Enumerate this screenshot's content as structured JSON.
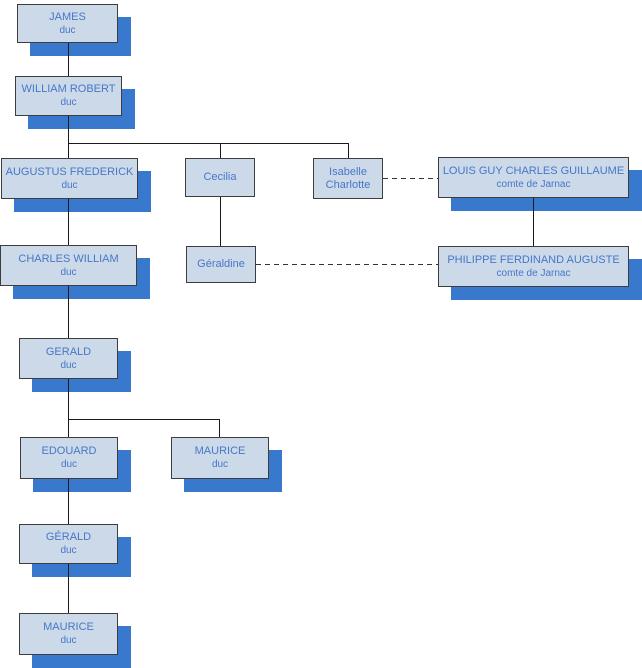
{
  "diagram_type": "family-tree",
  "colors": {
    "box_fill": "#ccd9e8",
    "box_border": "#3d3d3d",
    "shadow_blue": "#3878cd",
    "text_blue": "#4677c9",
    "connector_solid": "#1a1a1a",
    "connector_dashed": "#333333",
    "background": "#ffffff"
  },
  "nodes": {
    "james": {
      "name": "JAMES",
      "title": "duc"
    },
    "william_robert": {
      "name": "WILLIAM ROBERT",
      "title": "duc"
    },
    "augustus_frederick": {
      "name": "AUGUSTUS FREDERICK",
      "title": "duc"
    },
    "cecilia": {
      "name": "Cecilia"
    },
    "isabelle_charlotte": {
      "name": "Isabelle Charlotte"
    },
    "louis_guy": {
      "name": "LOUIS GUY CHARLES GUILLAUME",
      "title": "comte de Jarnac"
    },
    "charles_william": {
      "name": "CHARLES WILLIAM",
      "title": "duc"
    },
    "geraldine": {
      "name": "Géraldine"
    },
    "philippe": {
      "name": "PHILIPPE FERDINAND AUGUSTE",
      "title": "comte de Jarnac"
    },
    "gerald": {
      "name": "GERALD",
      "title": "duc"
    },
    "edouard": {
      "name": "EDOUARD",
      "title": "duc"
    },
    "maurice": {
      "name": "MAURICE",
      "title": "duc"
    },
    "gerald_jr": {
      "name": "GÉRALD",
      "title": "duc"
    },
    "maurice_jr": {
      "name": "MAURICE",
      "title": "duc"
    }
  }
}
